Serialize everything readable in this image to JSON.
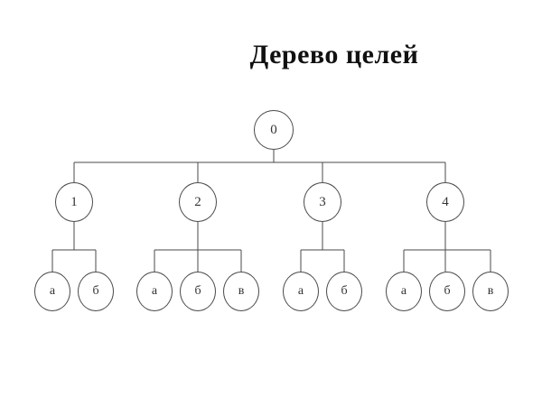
{
  "slide": {
    "title": "Дерево целей"
  },
  "tree": {
    "root": {
      "label": "0"
    },
    "level1": [
      {
        "label": "1"
      },
      {
        "label": "2"
      },
      {
        "label": "3"
      },
      {
        "label": "4"
      }
    ],
    "leaves": {
      "g1": [
        {
          "label": "а"
        },
        {
          "label": "б"
        }
      ],
      "g2": [
        {
          "label": "а"
        },
        {
          "label": "б"
        },
        {
          "label": "в"
        }
      ],
      "g3": [
        {
          "label": "а"
        },
        {
          "label": "б"
        }
      ],
      "g4": [
        {
          "label": "а"
        },
        {
          "label": "б"
        },
        {
          "label": "в"
        }
      ]
    }
  },
  "colors": {
    "line": "#4a4a4a",
    "node_border": "#4a4a4a",
    "text": "#333333",
    "title": "#111111",
    "background": "#ffffff"
  }
}
